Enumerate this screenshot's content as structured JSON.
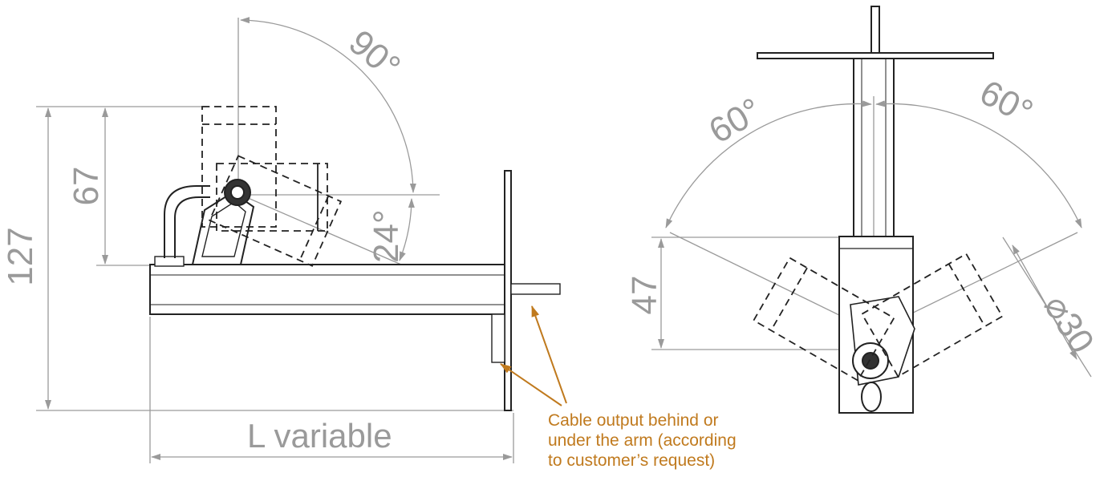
{
  "side_view": {
    "dims": {
      "height_total": "127",
      "height_upper": "67",
      "tilt_range": "90°",
      "tilt_down": "24°",
      "length": "L variable"
    }
  },
  "front_view": {
    "dims": {
      "swing_left": "60°",
      "swing_right": "60°",
      "height": "47",
      "diameter": "⌀30"
    }
  },
  "annotation": {
    "lines": [
      "Cable output behind or",
      "under the arm (according",
      "to customer’s request)"
    ],
    "color": "#c07a1e"
  },
  "colors": {
    "line": "#222222",
    "dimension": "#9a9a9a",
    "annotation": "#c07a1e"
  }
}
